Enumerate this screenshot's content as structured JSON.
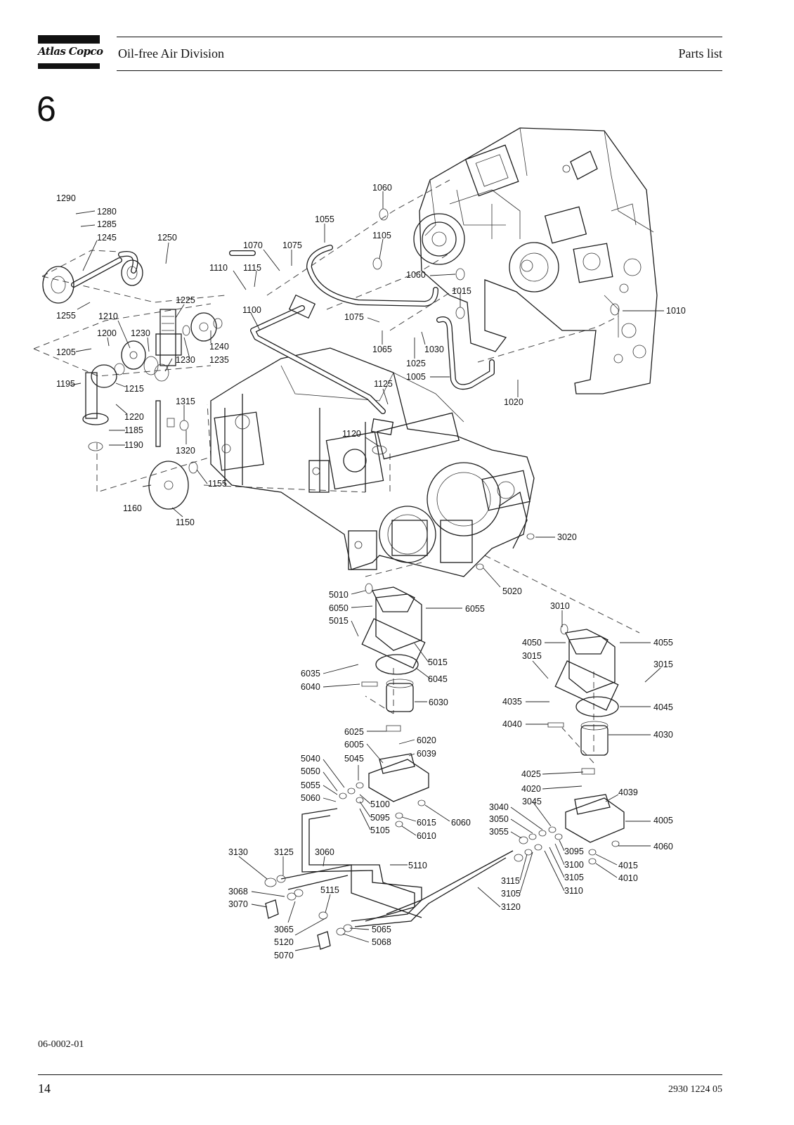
{
  "header": {
    "brand": "Atlas Copco",
    "division": "Oil-free Air Division",
    "section_title": "Parts list"
  },
  "section_number": "6",
  "drawing_code": "06-0002-01",
  "footer": {
    "page_number": "14",
    "document_number": "2930 1224 05"
  },
  "callouts": [
    "1290",
    "1280",
    "1285",
    "1245",
    "1250",
    "1255",
    "1060",
    "1055",
    "1105",
    "1070",
    "1075",
    "1110",
    "1115",
    "1100",
    "1060",
    "1015",
    "1010",
    "1075",
    "1065",
    "1030",
    "1025",
    "1005",
    "1020",
    "1225",
    "1210",
    "1200",
    "1230",
    "1205",
    "1240",
    "1230",
    "1235",
    "1195",
    "1215",
    "1220",
    "1185",
    "1190",
    "1315",
    "1320",
    "1125",
    "1120",
    "1155",
    "1160",
    "1150",
    "3020",
    "5020",
    "5010",
    "6050",
    "6055",
    "5015",
    "3010",
    "4050",
    "4055",
    "3015",
    "3015",
    "5015",
    "6035",
    "6045",
    "6040",
    "6030",
    "4035",
    "4045",
    "4040",
    "4030",
    "6025",
    "6005",
    "6020",
    "6039",
    "5040",
    "5045",
    "5050",
    "5055",
    "5060",
    "5100",
    "5095",
    "6015",
    "6060",
    "5105",
    "6010",
    "4025",
    "4020",
    "4039",
    "3040",
    "3045",
    "3050",
    "4005",
    "3055",
    "4060",
    "3095",
    "4015",
    "3100",
    "4010",
    "3105",
    "3110",
    "3130",
    "3125",
    "3060",
    "5110",
    "3115",
    "3105",
    "3068",
    "5115",
    "3120",
    "3070",
    "3065",
    "5065",
    "5120",
    "5068",
    "5070"
  ]
}
